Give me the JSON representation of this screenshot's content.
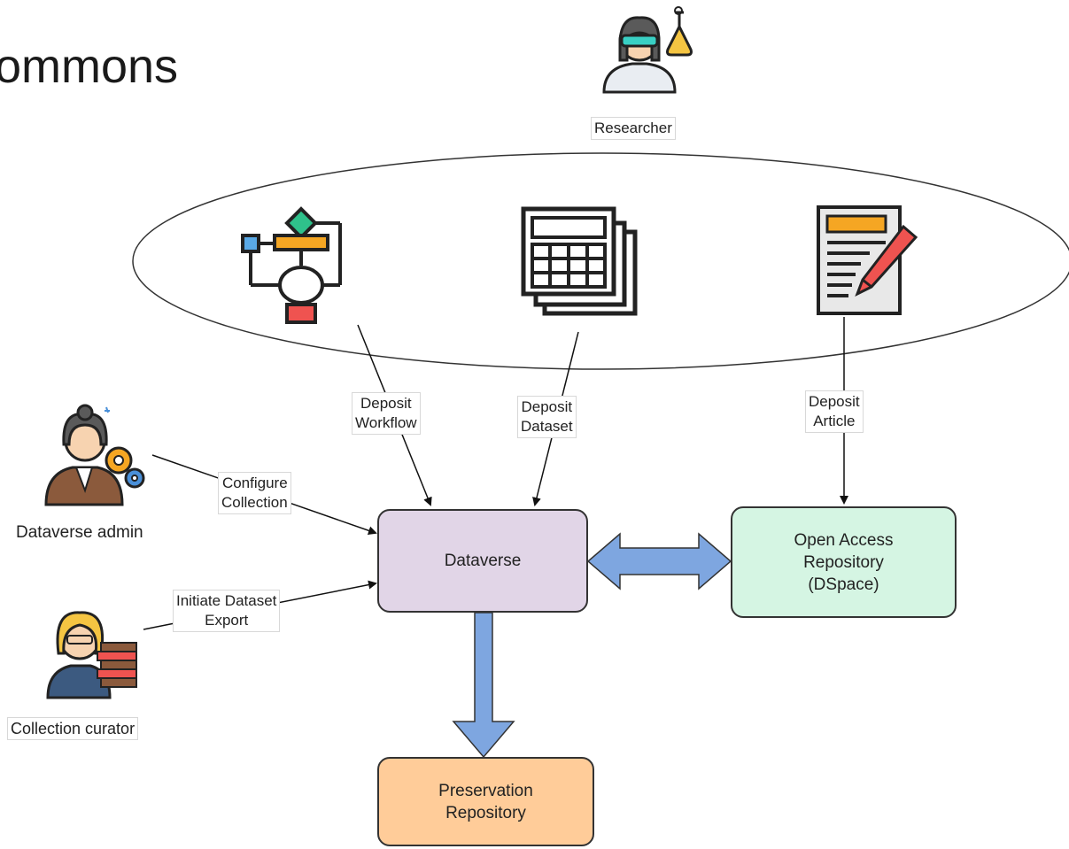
{
  "title": "ommons",
  "actors": {
    "researcher": "Researcher",
    "dataverse_admin": "Dataverse admin",
    "collection_curator": "Collection curator"
  },
  "edge_labels": {
    "deposit_workflow": "Deposit\nWorkflow",
    "deposit_dataset": "Deposit\nDataset",
    "deposit_article": "Deposit\nArticle",
    "configure_collection": "Configure\nCollection",
    "initiate_dataset_export": "Initiate Dataset\nExport"
  },
  "nodes": {
    "dataverse": "Dataverse",
    "open_access_repository": "Open Access\nRepository\n(DSpace)",
    "preservation_repository": "Preservation\nRepository"
  },
  "colors": {
    "dataverse_fill": "#e1d5e7",
    "open_access_fill": "#d5f5e3",
    "preservation_fill": "#ffcc99",
    "arrow_fill": "#7ea6e0"
  },
  "icons": [
    "researcher-icon",
    "workflow-icon",
    "dataset-icon",
    "article-icon",
    "admin-icon",
    "curator-icon"
  ]
}
